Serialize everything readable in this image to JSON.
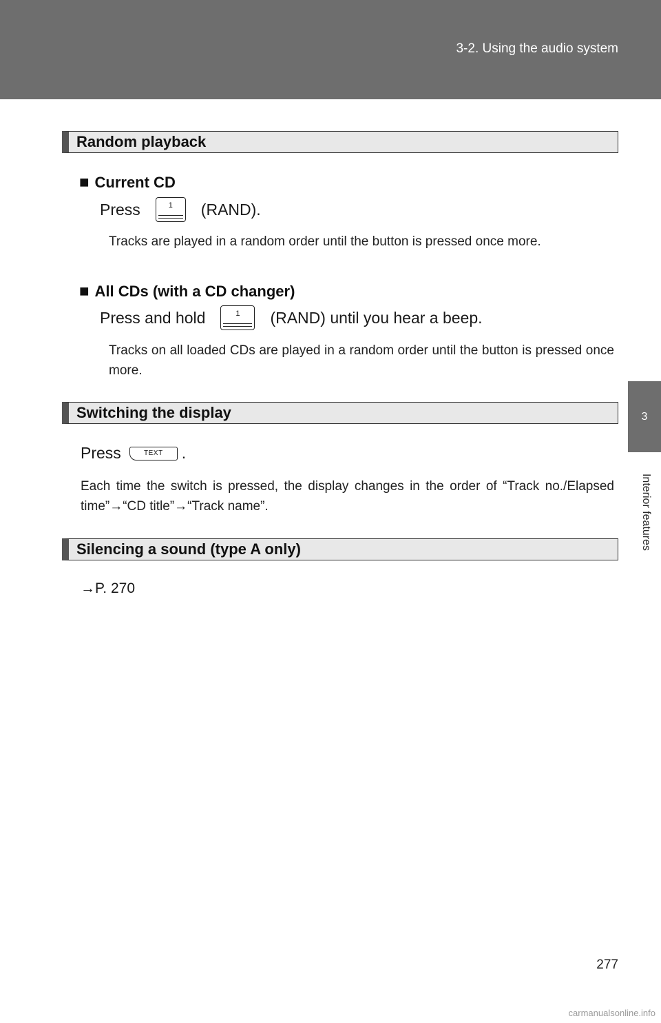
{
  "header": {
    "title": "3-2. Using the audio system"
  },
  "side_tab": {
    "number": "3",
    "label": "Interior features"
  },
  "sections": {
    "random": {
      "title": "Random playback",
      "current_cd": {
        "heading": "Current CD",
        "press_word": "Press",
        "button_label": "1",
        "after": "(RAND).",
        "note": "Tracks are played in a random order until the button is pressed once more."
      },
      "all_cds": {
        "heading": "All CDs (with a CD changer)",
        "press_word": "Press and hold",
        "button_label": "1",
        "after": "(RAND) until you hear a beep.",
        "note": "Tracks on all loaded CDs are played in a random order until the button is pressed once more."
      }
    },
    "display": {
      "title": "Switching the display",
      "press_word": "Press",
      "button_label": "TEXT",
      "after": ".",
      "note": "Each time the switch is pressed, the display changes in the order of “Track no./Elapsed time”→“CD title”→“Track name”."
    },
    "silence": {
      "title": "Silencing a sound (type A only)",
      "ref": "→P. 270"
    }
  },
  "page_number": "277",
  "watermark": "carmanualsonline.info",
  "colors": {
    "header": "#6e6e6e",
    "bar_fill": "#e8e8e8",
    "bar_accent": "#555555"
  }
}
